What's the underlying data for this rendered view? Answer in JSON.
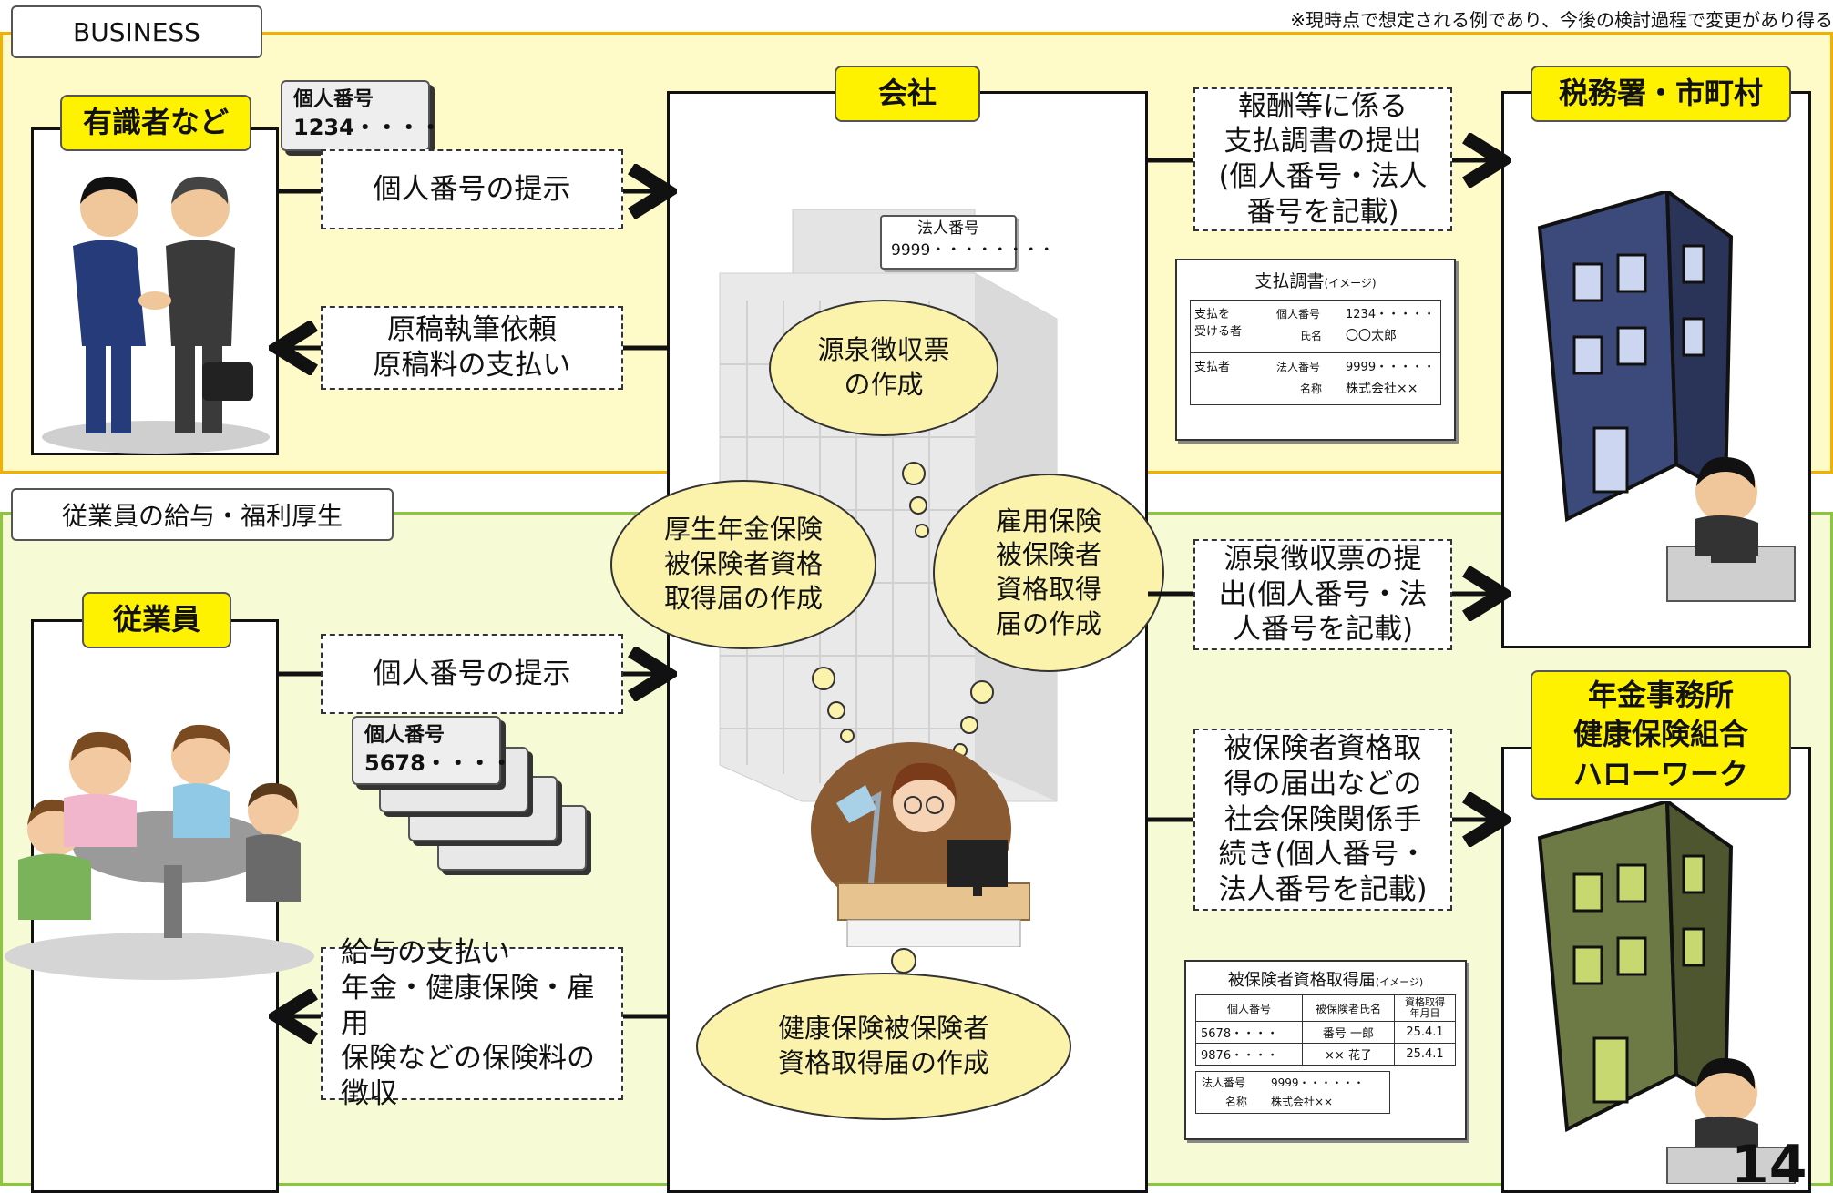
{
  "note": "※現時点で想定される例であり、今後の検討過程で変更があり得る",
  "sections": {
    "business": "BUSINESS",
    "employee": "従業員の給与・福利厚生"
  },
  "actors": {
    "experts": "有識者など",
    "company": "会社",
    "tax": "税務署・市町村",
    "employee": "従業員",
    "pension": "年金事務所\n健康保険組合\nハローワーク"
  },
  "cards": {
    "expert_number_label": "個人番号",
    "expert_number_value": "1234・・・・",
    "employee_number_label": "個人番号",
    "employee_number_value": "5678・・・・",
    "corp_number_label": "法人番号",
    "corp_number_value": "9999・・・・・・・・"
  },
  "flows": {
    "expert_provide": "個人番号の提示",
    "expert_request": "原稿執筆依頼\n原稿料の支払い",
    "employee_provide": "個人番号の提示",
    "employee_pay": "給与の支払い\n年金・健康保険・雇用\n保険などの保険料の\n徴収",
    "tax_report": "報酬等に係る\n支払調書の提出\n(個人番号・法人\n番号を記載)",
    "tax_withholding": "源泉徴収票の提\n出(個人番号・法\n人番号を記載)",
    "social_insurance": "被保険者資格取\n得の届出などの\n社会保険関係手\n続き(個人番号・\n法人番号を記載)"
  },
  "thoughts": {
    "withholding": "源泉徴収票\nの作成",
    "pension": "厚生年金保険\n被保険者資格\n取得届の作成",
    "employment": "雇用保険\n被保険者\n資格取得\n届の作成",
    "health": "健康保険被保険者\n資格取得届の作成"
  },
  "payment_doc": {
    "title": "支払調書",
    "title_note": "(イメージ)",
    "recipient_label": "支払を\n受ける者",
    "personal_number_label": "個人番号",
    "personal_number_value": "1234・・・・・",
    "name_label": "氏名",
    "name_value": "〇〇太郎",
    "payer_label": "支払者",
    "corp_number_label": "法人番号",
    "corp_number_value": "9999・・・・・",
    "corp_name_label": "名称",
    "corp_name_value": "株式会社××"
  },
  "insurance_doc": {
    "title": "被保険者資格取得届",
    "title_note": "(イメージ)",
    "headers": [
      "個人番号",
      "被保険者氏名",
      "資格取得\n年月日"
    ],
    "rows": [
      [
        "5678・・・・",
        "番号 一郎",
        "25.4.1"
      ],
      [
        "9876・・・・",
        "×× 花子",
        "25.4.1"
      ]
    ],
    "corp_number_label": "法人番号",
    "corp_number_value": "9999・・・・・・",
    "corp_name_label": "名称",
    "corp_name_value": "株式会社××"
  },
  "page_number": "14",
  "colors": {
    "top_band": "#fffbc9",
    "top_border": "#f2b000",
    "bottom_band": "#f6fbd6",
    "bottom_border": "#8cc63f",
    "label": "#fff200"
  }
}
